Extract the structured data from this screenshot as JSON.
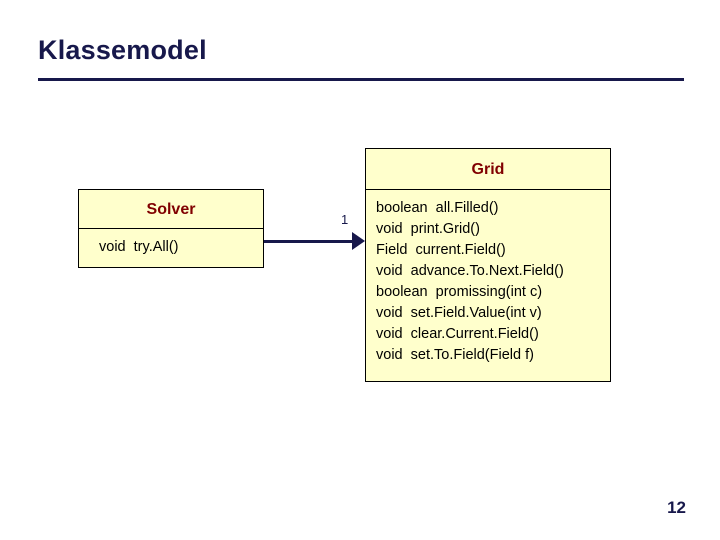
{
  "slide": {
    "title": "Klassemodel",
    "page_number": "12"
  },
  "diagram": {
    "classes": [
      {
        "name": "Solver",
        "members": [
          "void  try.All()"
        ]
      },
      {
        "name": "Grid",
        "members": [
          "boolean  all.Filled()",
          "void  print.Grid()",
          "Field  current.Field()",
          "void  advance.To.Next.Field()",
          "boolean  promissing(int c)",
          "void  set.Field.Value(int v)",
          "void  clear.Current.Field()",
          "void  set.To.Field(Field f)"
        ]
      }
    ],
    "association": {
      "multiplicity": "1"
    }
  },
  "colors": {
    "box_fill": "#FFFFCC",
    "class_name": "#800000",
    "accent": "#17184B"
  }
}
